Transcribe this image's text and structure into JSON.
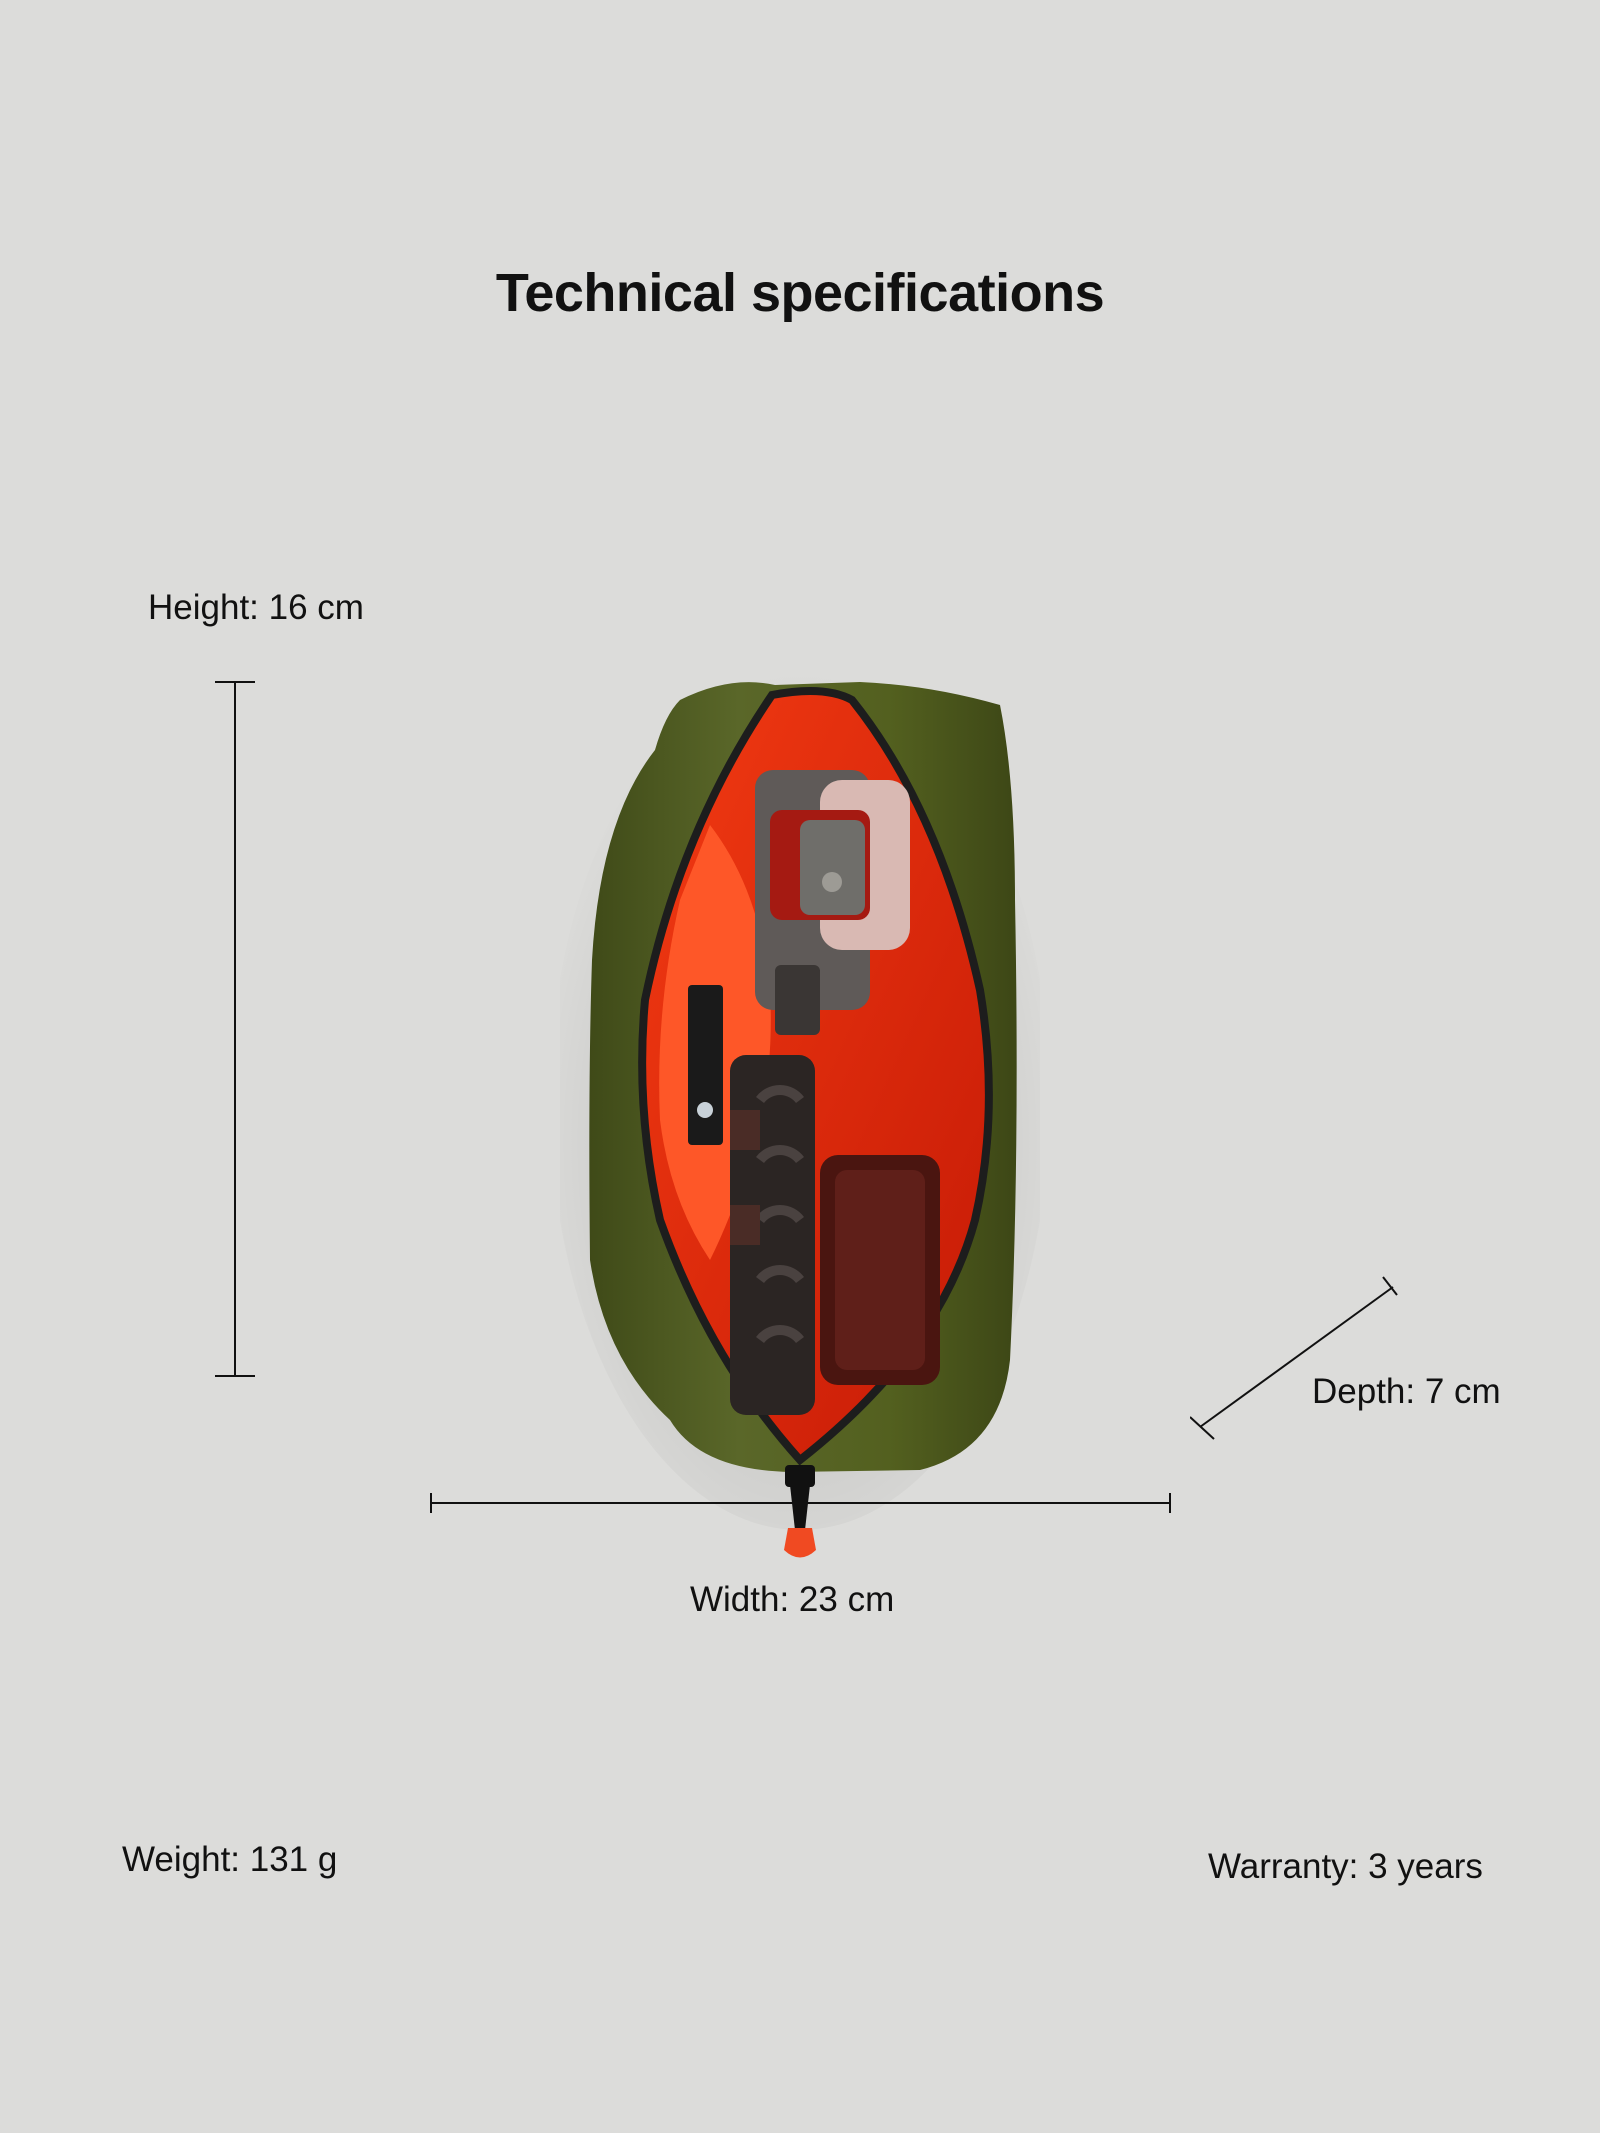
{
  "title": "Technical specifications",
  "specs": {
    "height": "Height: 16 cm",
    "width": "Width: 23 cm",
    "depth": "Depth: 7 cm",
    "weight": "Weight: 131 g",
    "warranty": "Warranty: 3 years"
  },
  "colors": {
    "background": "#dcdcda",
    "bag_outer": "#4e5a22",
    "bag_lining": "#e8240d",
    "zipper_pull": "#f04a22"
  }
}
